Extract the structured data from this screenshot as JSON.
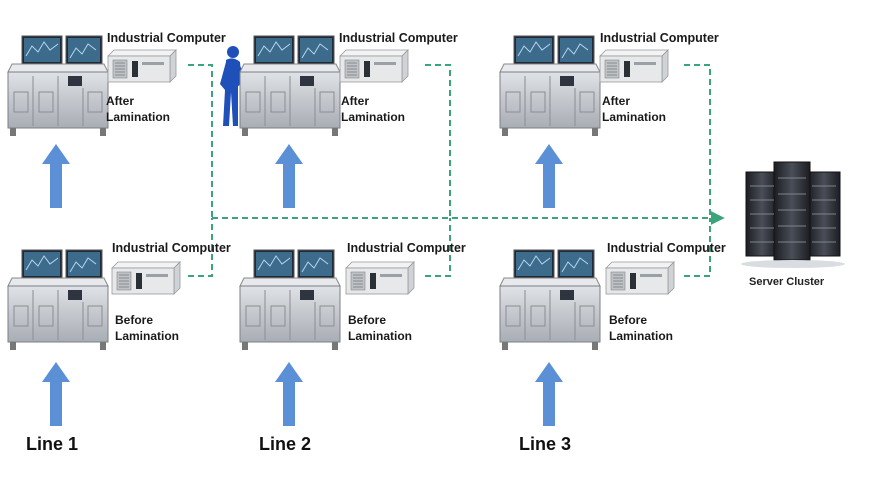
{
  "colors": {
    "arrow": "#5b8fd6",
    "connector": "#3aa57a",
    "machine_body": "#c9ccd1",
    "server": "#2a2d33"
  },
  "labels": {
    "industrial_computer": "Industrial Computer",
    "after_lamination": [
      "After",
      "Lamination"
    ],
    "before_lamination": [
      "Before",
      "Lamination"
    ],
    "server_cluster": "Server Cluster"
  },
  "lines": [
    {
      "label": "Line 1"
    },
    {
      "label": "Line 2"
    },
    {
      "label": "Line 3"
    }
  ],
  "icons": [
    "inspection-machine-icon",
    "industrial-computer-icon",
    "server-cluster-icon",
    "operator-silhouette-icon",
    "up-arrow-icon"
  ]
}
